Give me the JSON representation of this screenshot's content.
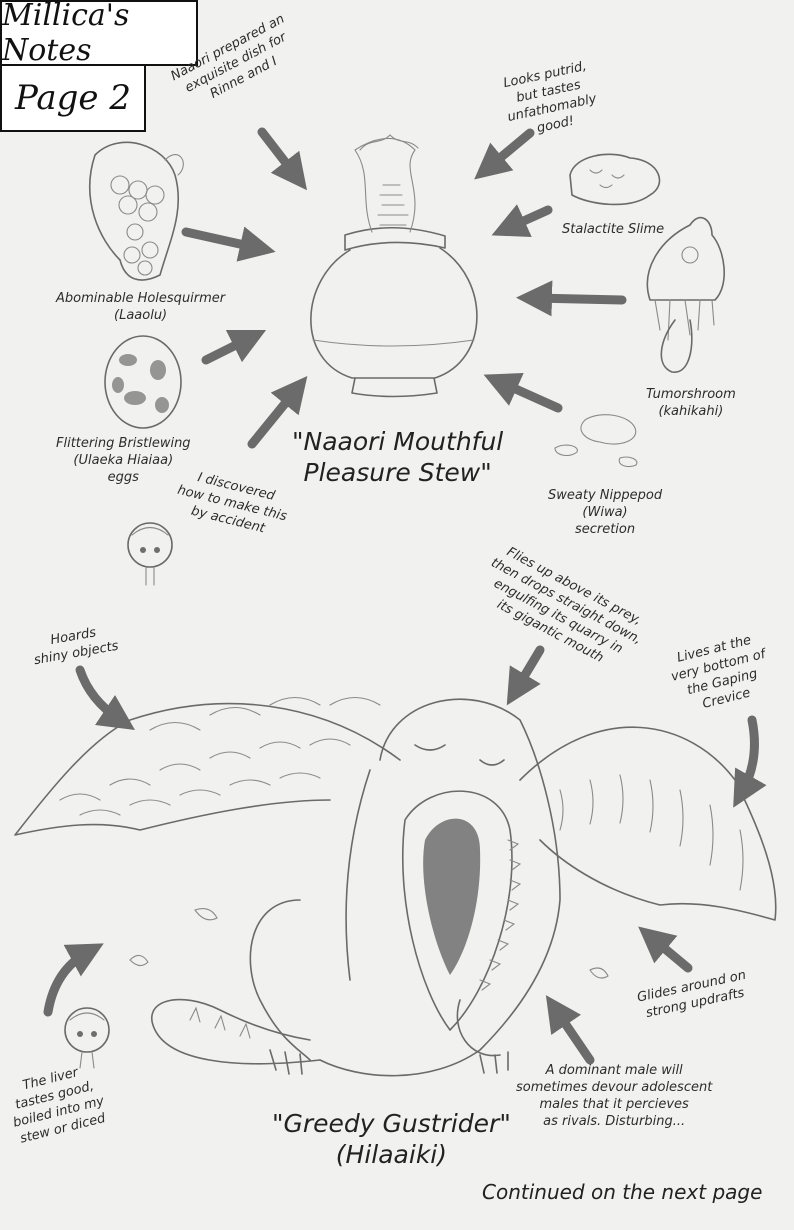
{
  "header": {
    "title": "Millica's Notes",
    "page": "Page 2"
  },
  "notes": {
    "naaori_intro": "Naaori prepared an\nexquisite dish for\nRinne and I",
    "looks_putrid": "Looks putrid,\nbut tastes\nunfathomably\ngood!",
    "stalactite": "Stalactite Slime",
    "holesquirmer": "Abominable Holesquirmer\n(Laaolu)",
    "tumorshroom": "Tumorshroom\n(kahikahi)",
    "bristlewing": "Flittering Bristlewing\n(Ulaeka Hiaiaa)\neggs",
    "discovered": "I discovered\nhow to make this\nby accident",
    "nippepod": "Sweaty Nippepod\n(Wiwa)\nsecretion",
    "flies_up": "Flies up above its prey,\nthen drops straight down,\nengulfing its quarry in\nits gigantic mouth",
    "hoards": "Hoards\nshiny objects",
    "lives_at": "Lives at the\nvery bottom of\nthe Gaping\nCrevice",
    "glides": "Glides around on\nstrong updrafts",
    "liver": "The liver\ntastes good,\nboiled into my\nstew or diced",
    "dominant": "A dominant male will\nsometimes devour adolescent\nmales that it percieves\nas rivals. Disturbing..."
  },
  "titles": {
    "stew": "\"Naaori Mouthful\nPleasure Stew\"",
    "creature": "\"Greedy Gustrider\"\n(Hilaaiki)"
  },
  "footer": {
    "continued": "Continued on the next page"
  }
}
